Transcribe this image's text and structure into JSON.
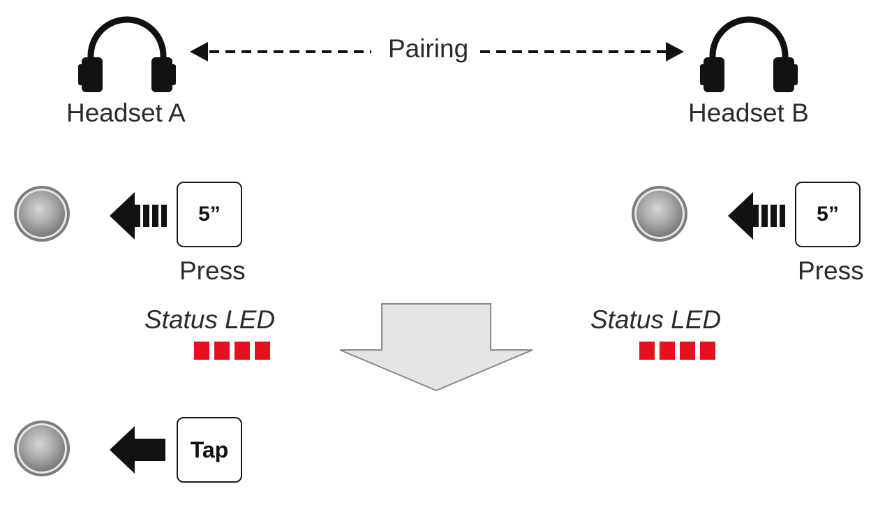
{
  "pairing_label": "Pairing",
  "headsets": [
    {
      "label": "Headset A"
    },
    {
      "label": "Headset B"
    }
  ],
  "steps": {
    "press_key_text": "5”",
    "press_label": "Press",
    "status_led_label": "Status LED",
    "tap_key_text": "Tap"
  },
  "led_count": 4,
  "colors": {
    "led": "#e8101e",
    "line": "#1a1a1a",
    "down_arrow_fill": "#e4e4e4",
    "down_arrow_stroke": "#8a8a8a",
    "button_gray": "#9a9a9a"
  },
  "icons": {
    "headset": "headphones-icon",
    "button": "round-button-icon",
    "press_arrow": "hold-arrow-icon",
    "tap_arrow": "tap-arrow-icon",
    "flow": "down-arrow-icon"
  }
}
